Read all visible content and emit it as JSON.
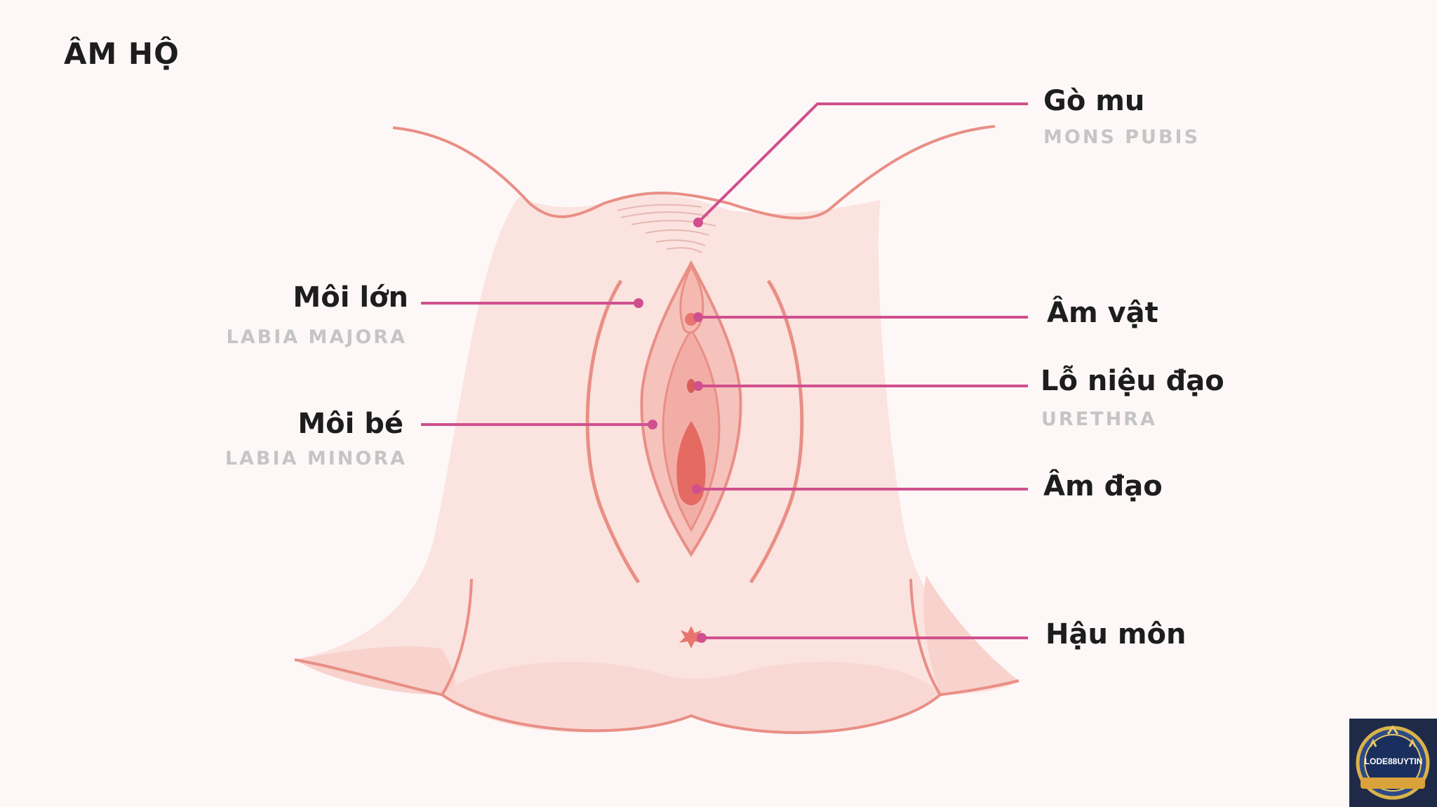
{
  "title": "ÂM HỘ",
  "labels": {
    "mons_pubis": {
      "vi": "Gò mu",
      "en": "MONS PUBIS"
    },
    "labia_majora": {
      "vi": "Môi lớn",
      "en": "LABIA MAJORA"
    },
    "clitoris": {
      "vi": "Âm vật"
    },
    "urethra": {
      "vi": "Lỗ niệu đạo",
      "en": "URETHRA"
    },
    "labia_minora": {
      "vi": "Môi bé",
      "en": "LABIA MINORA"
    },
    "vagina": {
      "vi": "Âm đạo"
    },
    "anus": {
      "vi": "Hậu môn"
    }
  },
  "badge": {
    "text": "LODE88UYTIN"
  },
  "colors": {
    "leader": "#d0508e",
    "skin_light": "#fbe1dd",
    "skin_mid": "#f6c8c2",
    "outline": "#e98f86",
    "inner": "#e8766e"
  }
}
